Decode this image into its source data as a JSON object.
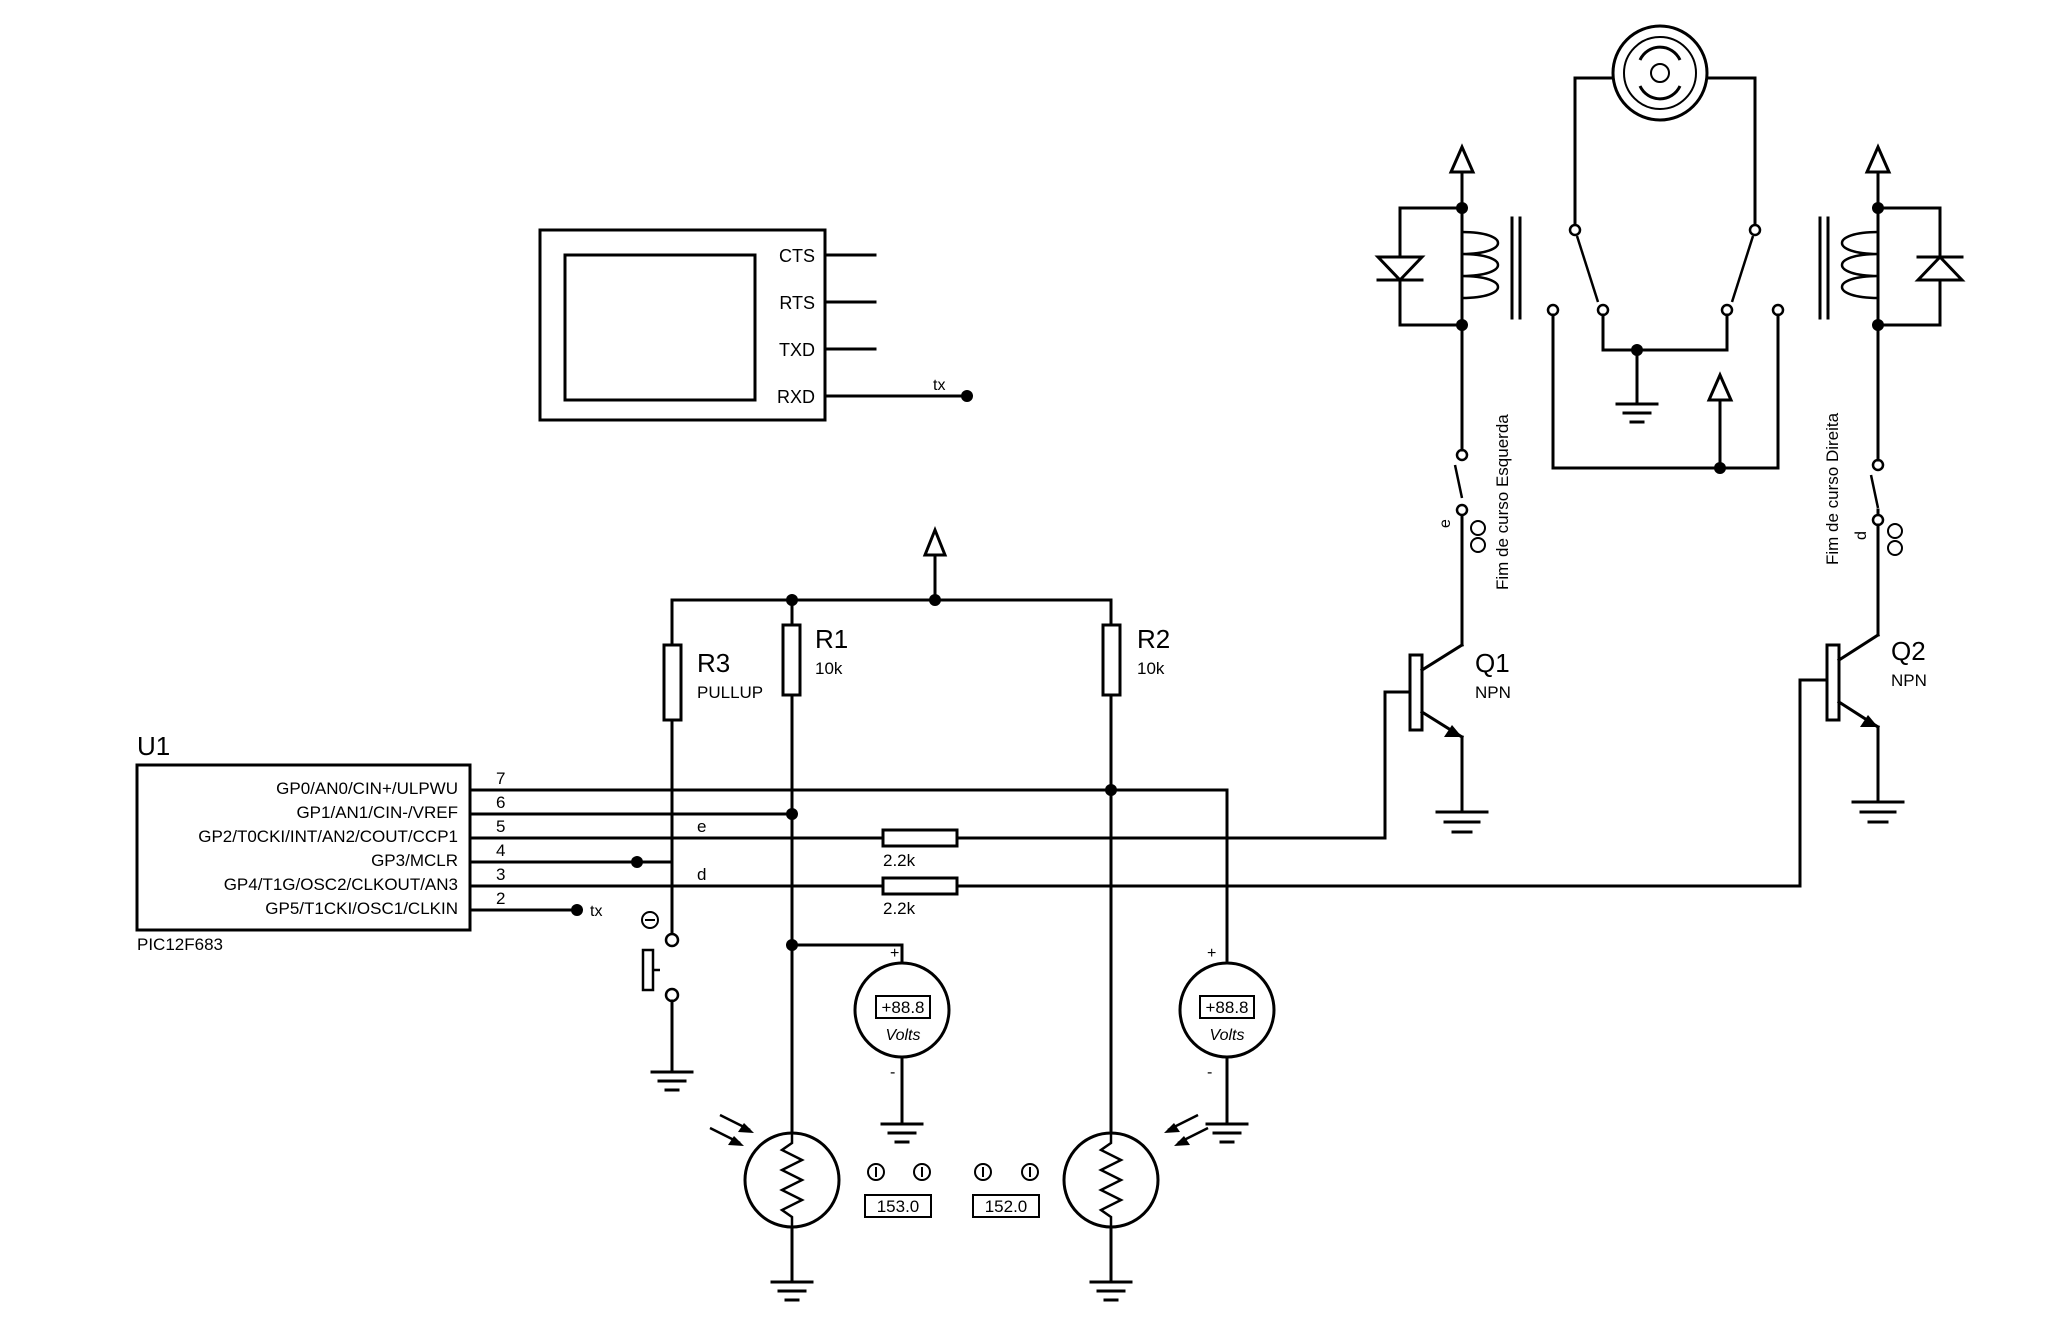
{
  "mcu": {
    "ref": "U1",
    "part": "PIC12F683",
    "pins": [
      {
        "name": "GP0/AN0/CIN+/ULPWU",
        "num": "7"
      },
      {
        "name": "GP1/AN1/CIN-/VREF",
        "num": "6"
      },
      {
        "name": "GP2/T0CKI/INT/AN2/COUT/CCP1",
        "num": "5"
      },
      {
        "name": "GP3/MCLR",
        "num": "4"
      },
      {
        "name": "GP4/T1G/OSC2/CLKOUT/AN3",
        "num": "3"
      },
      {
        "name": "GP5/T1CKI/OSC1/CLKIN",
        "num": "2"
      }
    ]
  },
  "terminal": {
    "pins": [
      "CTS",
      "RTS",
      "TXD",
      "RXD"
    ],
    "net": "tx"
  },
  "nets": {
    "tx": "tx",
    "e": "e",
    "d": "d"
  },
  "resistors": {
    "r3": {
      "ref": "R3",
      "value": "PULLUP"
    },
    "r1": {
      "ref": "R1",
      "value": "10k"
    },
    "r2": {
      "ref": "R2",
      "value": "10k"
    },
    "rb1": {
      "value": "2.2k"
    },
    "rb2": {
      "value": "2.2k"
    }
  },
  "transistors": {
    "q1": {
      "ref": "Q1",
      "type": "NPN"
    },
    "q2": {
      "ref": "Q2",
      "type": "NPN"
    }
  },
  "switches": {
    "left": {
      "label": "Fim de curso Esquerda",
      "net": "e"
    },
    "right": {
      "label": "Fim de curso Direita",
      "net": "d"
    }
  },
  "voltmeters": {
    "v1": {
      "reading": "+88.8",
      "unit": "Volts",
      "plus": "+",
      "minus": "-"
    },
    "v2": {
      "reading": "+88.8",
      "unit": "Volts",
      "plus": "+",
      "minus": "-"
    }
  },
  "ldr": {
    "ldr1": {
      "value": "153.0"
    },
    "ldr2": {
      "value": "152.0"
    }
  },
  "colors": {
    "line": "#000000",
    "background": "#ffffff"
  }
}
